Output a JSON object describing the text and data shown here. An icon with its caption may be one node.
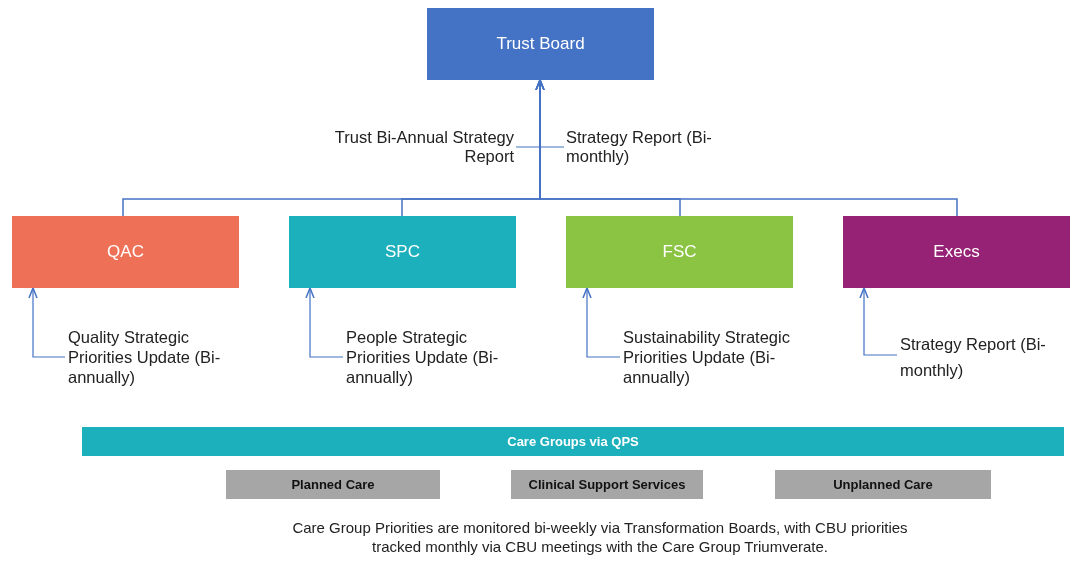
{
  "diagram": {
    "nodes": [
      {
        "text": [
          "Trust Board"
        ]
      },
      {
        "text": [
          "QAC"
        ]
      },
      {
        "text": [
          "SPC"
        ]
      },
      {
        "text": [
          "FSC"
        ]
      },
      {
        "text": [
          "Execs"
        ]
      },
      {
        "text": [
          "Quality Strategic Priorities Update (Bi-annually)"
        ]
      },
      {
        "text": [
          "People Strategic Priorities Update (Bi-annually)"
        ]
      },
      {
        "text": [
          "Sustainability Strategic Priorities Update (Bi-annually)"
        ]
      },
      {
        "text": [
          "Strategy Report (Bi-monthly)"
        ]
      },
      {
        "text": [
          "Care Groups via QPS"
        ]
      },
      {
        "text": [
          "Planned Care"
        ]
      },
      {
        "text": [
          "Clinical Support Services"
        ]
      },
      {
        "text": [
          "Unplanned Care"
        ]
      }
    ],
    "edges": [
      {
        "from": 1,
        "to": 0,
        "arrow": "to"
      },
      {
        "from": 2,
        "to": 0,
        "arrow": "to"
      },
      {
        "from": 3,
        "to": 0,
        "arrow": "to"
      },
      {
        "from": 4,
        "to": 0,
        "arrow": "to"
      },
      {
        "from": 5,
        "to": 1,
        "arrow": "to"
      },
      {
        "from": 6,
        "to": 2,
        "arrow": "to"
      },
      {
        "from": 7,
        "to": 3,
        "arrow": "to"
      },
      {
        "from": 8,
        "to": 4,
        "arrow": "to"
      }
    ],
    "labels": [
      "Trust Bi-Annual Strategy Report",
      "Strategy Report (Bi-monthly)",
      "Care Group Priorities are monitored bi-weekly via Transformation Boards, with CBU priorities tracked monthly via CBU meetings with the Care Group Triumverate."
    ]
  }
}
